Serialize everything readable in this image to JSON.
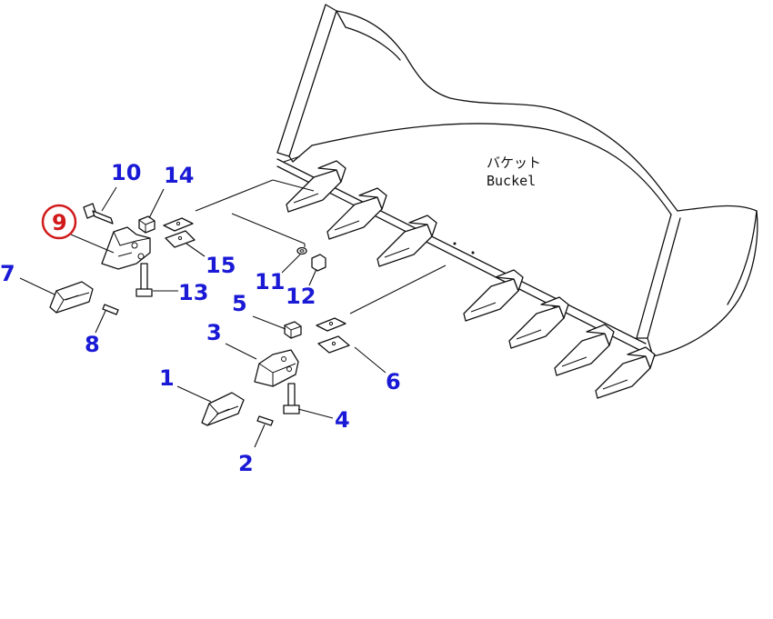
{
  "labels": {
    "bucket_jp": "バケット",
    "bucket_en": "Buckel"
  },
  "callouts": {
    "c1": "1",
    "c2": "2",
    "c3": "3",
    "c4": "4",
    "c5": "5",
    "c6": "6",
    "c7": "7",
    "c8": "8",
    "c9": "9",
    "c10": "10",
    "c11": "11",
    "c12": "12",
    "c13": "13",
    "c14": "14",
    "c15": "15"
  },
  "highlight": {
    "number": "9",
    "color": "#d11a1a"
  },
  "colors": {
    "callout": "#1a1ad6",
    "lines": "#111111"
  }
}
